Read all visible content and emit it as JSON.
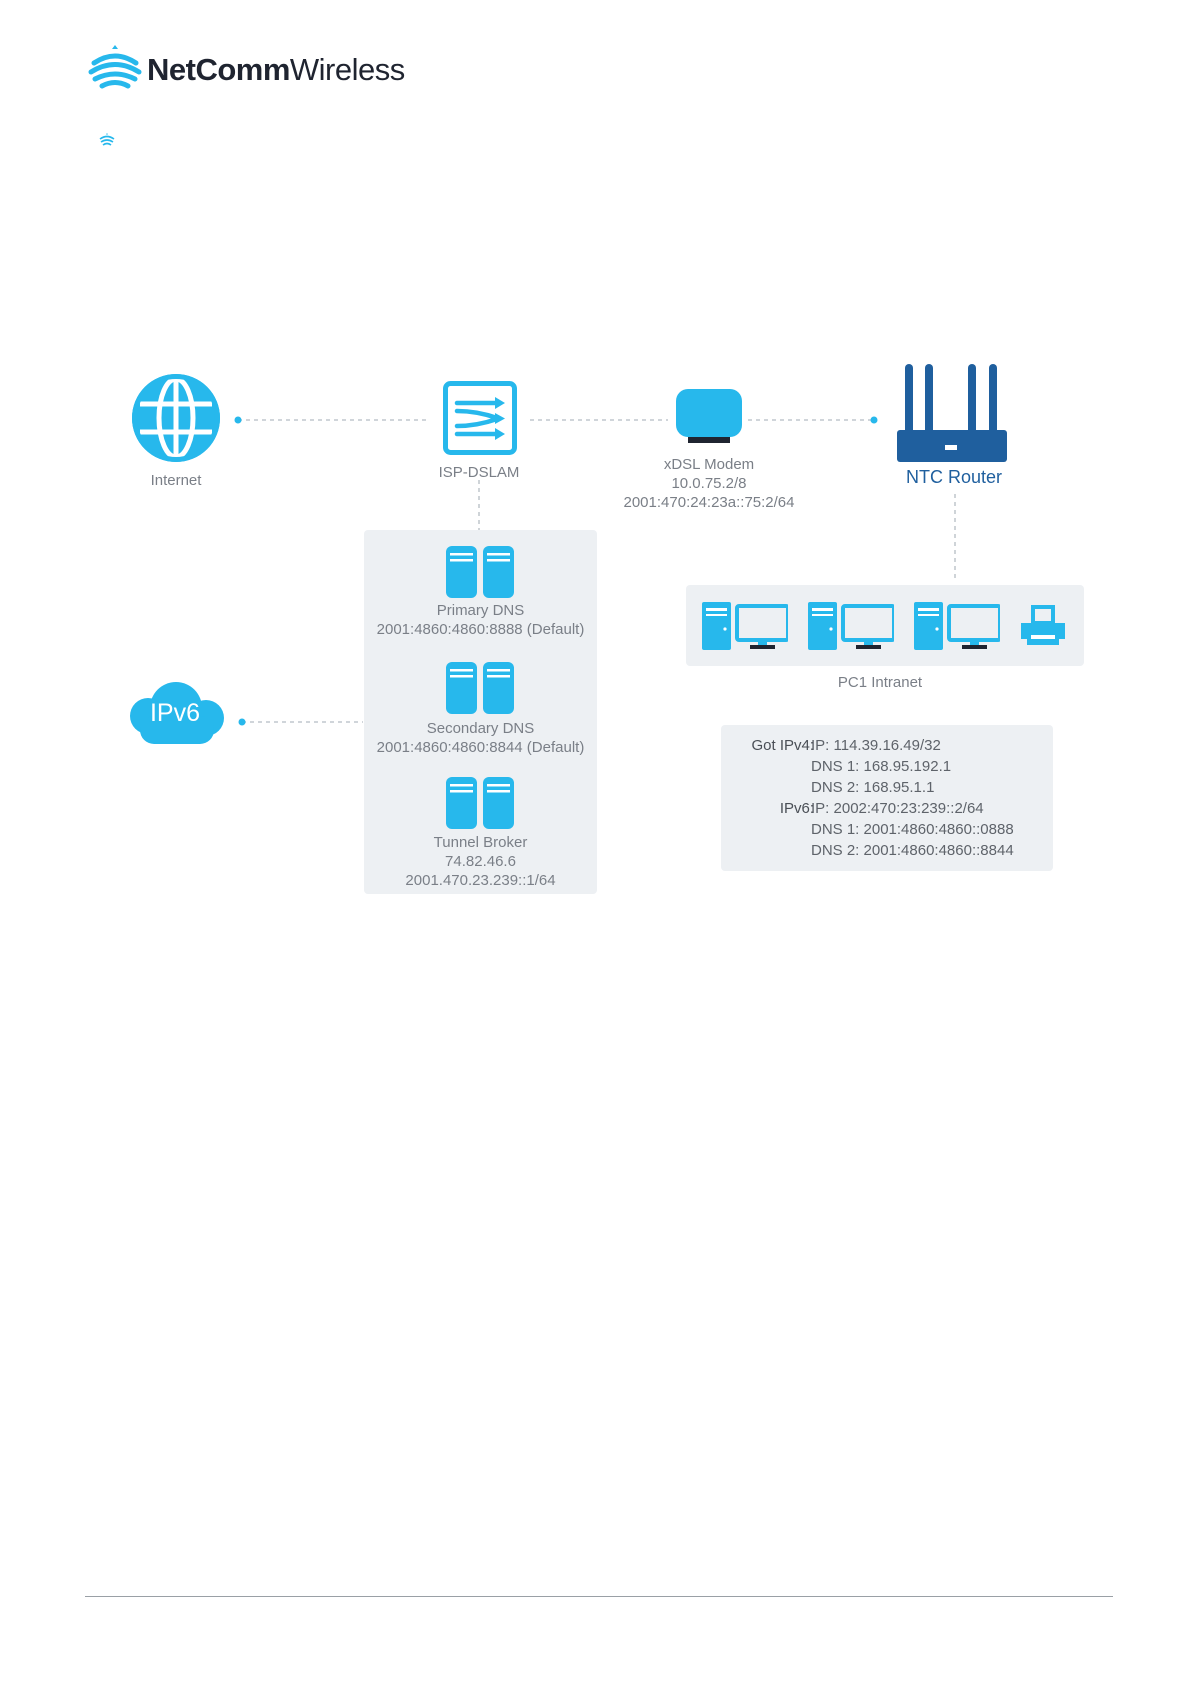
{
  "header": {
    "brand_bold": "NetComm",
    "brand_light": "Wireless"
  },
  "diagram": {
    "internet_label": "Internet",
    "isp_label": "ISP-DSLAM",
    "modem": {
      "name": "xDSL Modem",
      "ipv4": "10.0.75.2/8",
      "ipv6": "2001:470:24:23a::75:2/64"
    },
    "router_label": "NTC Router",
    "ipv6_cloud": "IPv6",
    "primary_dns": {
      "name": "Primary DNS",
      "addr": "2001:4860:4860:8888 (Default)"
    },
    "secondary_dns": {
      "name": "Secondary DNS",
      "addr": "2001:4860:4860:8844 (Default)"
    },
    "tunnel_broker": {
      "name": "Tunnel Broker",
      "ipv4": "74.82.46.6",
      "ipv6": "2001.470.23.239::1/64"
    },
    "intranet_label": "PC1 Intranet",
    "got": {
      "ipv4_head": "Got IPv4:",
      "ipv4_ip": "IP: 114.39.16.49/32",
      "ipv4_dns1": "DNS 1: 168.95.192.1",
      "ipv4_dns2": "DNS 2: 168.95.1.1",
      "ipv6_head": "IPv6:",
      "ipv6_ip": "IP: 2002:470:23:239::2/64",
      "ipv6_dns1": "DNS 1: 2001:4860:4860::0888",
      "ipv6_dns2": "DNS 2: 2001:4860:4860::8844"
    }
  },
  "colors": {
    "accent": "#27b8ec",
    "router": "#1f5f9e",
    "panel": "#edf0f3"
  }
}
